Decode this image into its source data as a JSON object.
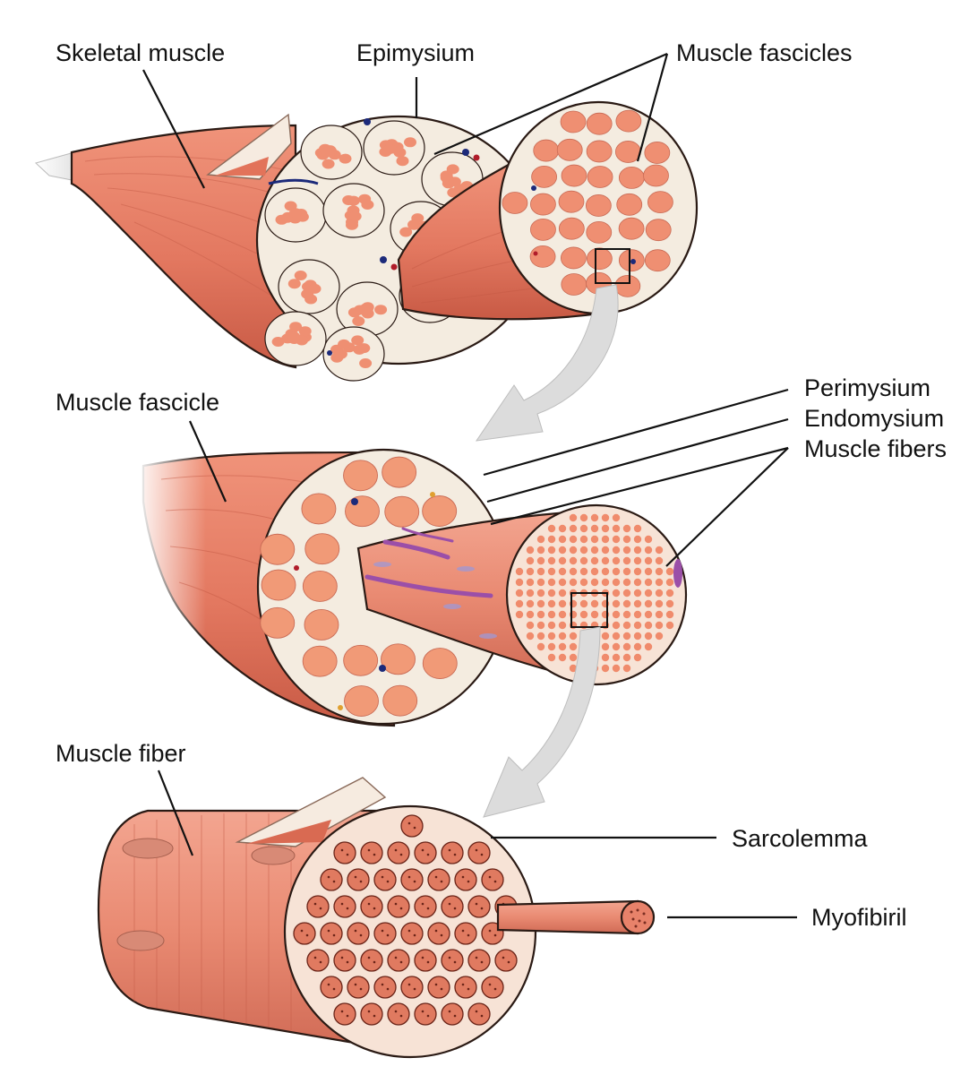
{
  "diagram": {
    "labels": {
      "skeletal_muscle": "Skeletal muscle",
      "epimysium": "Epimysium",
      "muscle_fascicles": "Muscle fascicles",
      "muscle_fascicle": "Muscle fascicle",
      "perimysium": "Perimysium",
      "endomysium": "Endomysium",
      "muscle_fibers": "Muscle fibers",
      "muscle_fiber": "Muscle fiber",
      "sarcolemma": "Sarcolemma",
      "myofibril": "Myofibiril"
    },
    "colors": {
      "muscle": "#e8826a",
      "muscle_dark": "#c95440",
      "connective_tissue": "#f5ede2",
      "fiber_fill": "#f19a77",
      "outline": "#2a1a14",
      "arrow": "#dcdcdc",
      "nerve": "#9b4fa8",
      "vessel_blue": "#1c2a7a",
      "vessel_red": "#b01c2a"
    },
    "icons": {
      "zoom_box": "square-outline",
      "zoom_arrow": "curved-arrow"
    }
  }
}
